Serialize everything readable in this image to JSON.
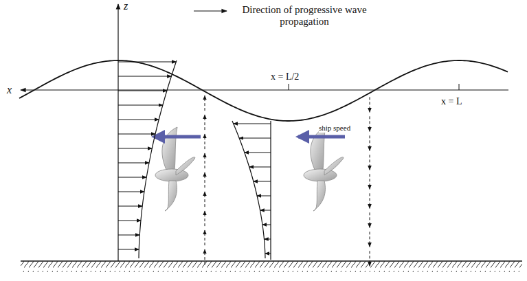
{
  "diagram": {
    "labels": [
      "z",
      "Direction of progressive wave propagation",
      "x",
      "x = L/2",
      "x = L",
      "ship speed"
    ]
  }
}
